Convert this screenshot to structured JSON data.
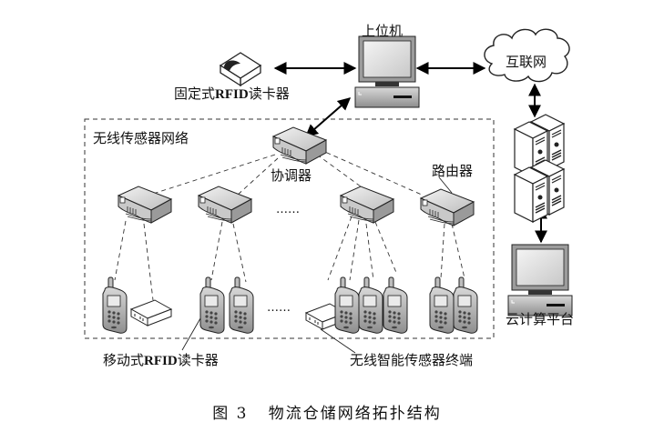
{
  "figure": {
    "caption_number": "图 3",
    "caption_title": "物流仓储网络拓扑结构"
  },
  "nodes": {
    "host_computer": "上位机",
    "fixed_rfid_reader": {
      "prefix": "固定式",
      "bold": "RFID",
      "suffix": "读卡器"
    },
    "internet": "互联网",
    "cloud_platform": "云计算平台",
    "wsn_region": "无线传感器网络",
    "coordinator": "协调器",
    "router": "路由器",
    "mobile_rfid_reader": {
      "prefix": "移动式",
      "bold": "RFID",
      "suffix": "读卡器"
    },
    "wireless_sensor_terminal": "无线智能传感器终端",
    "ellipsis": "……"
  },
  "connections": [
    {
      "from": "fixed_rfid_reader",
      "to": "host_computer",
      "style": "solid-bidirectional"
    },
    {
      "from": "host_computer",
      "to": "internet",
      "style": "solid-bidirectional"
    },
    {
      "from": "internet",
      "to": "server_rack",
      "style": "solid-bidirectional"
    },
    {
      "from": "server_rack",
      "to": "cloud_platform",
      "style": "solid-bidirectional"
    },
    {
      "from": "host_computer",
      "to": "coordinator",
      "style": "solid-bidirectional"
    },
    {
      "from": "coordinator",
      "to": "router",
      "style": "dashed-wireless"
    },
    {
      "from": "router",
      "to": "terminal",
      "style": "dashed-wireless"
    }
  ]
}
